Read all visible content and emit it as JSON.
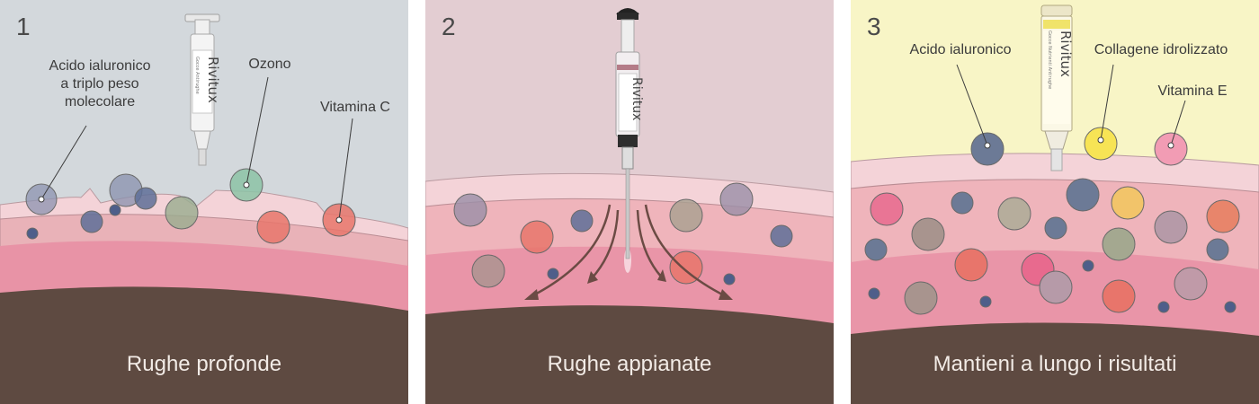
{
  "panels": [
    {
      "number": "1",
      "caption": "Rughe profonde",
      "labels": {
        "hyaluronic": "Acido ialuronico\na triplo peso\nmolecolare",
        "ozone": "Ozono",
        "vitamin_c": "Vitamina C"
      },
      "colors": {
        "background": "#d3d8dc"
      }
    },
    {
      "number": "2",
      "caption": "Rughe appianate",
      "colors": {
        "background": "#e3cdd2"
      }
    },
    {
      "number": "3",
      "caption": "Mantieni a lungo i risultati",
      "labels": {
        "hyaluronic": "Acido ialuronico",
        "collagen": "Collagene idrolizzato",
        "vitamin_e": "Vitamina E"
      },
      "colors": {
        "background": "#f8f5c6"
      }
    }
  ],
  "product": {
    "brand": "Rivitux",
    "subtitle_1": "Gocce Antirughe",
    "subtitle_3": "Gocce Nutrienti Antirughe"
  },
  "colors": {
    "skin_top": "#f4d3d8",
    "skin_mid": "#efb4bb",
    "skin_deep": "#e995a8",
    "muscle": "#5e4a41",
    "hyaluronic": "#6c7a96",
    "ozone": "#8cc3a6",
    "vitamin_c": "#e8756b",
    "collagen": "#f7e455",
    "vitamin_e": "#f29cb4"
  }
}
